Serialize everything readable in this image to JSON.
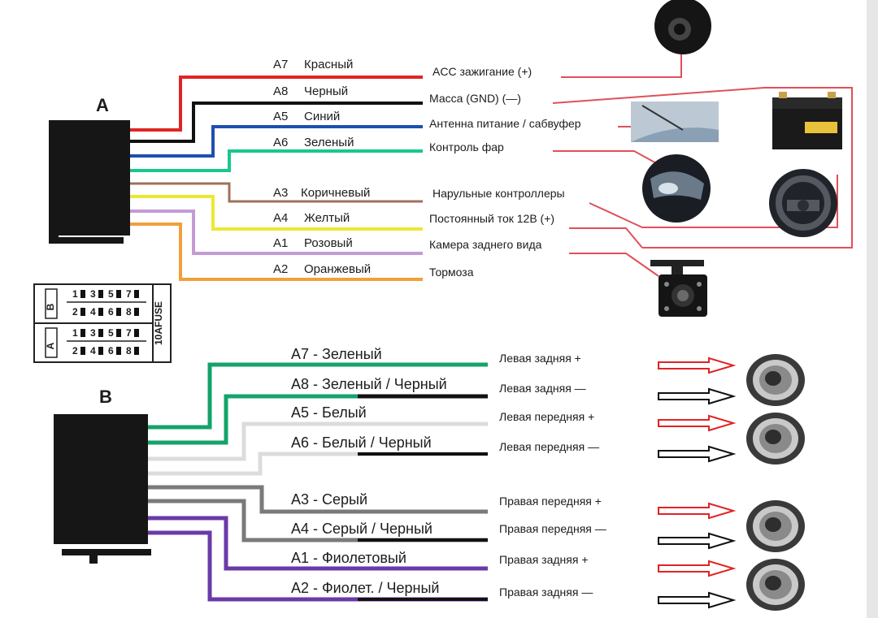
{
  "connector_a": {
    "label": "A",
    "wires": [
      {
        "code": "A7",
        "color_name": "Красный",
        "function": "ACC зажигание (+)",
        "color": "#e02424"
      },
      {
        "code": "A8",
        "color_name": "Черный",
        "function": "Масса (GND) (—)",
        "color": "#111111"
      },
      {
        "code": "A5",
        "color_name": "Синий",
        "function": "Антенна питание / сабвуфер",
        "color": "#1f4fb0"
      },
      {
        "code": "A6",
        "color_name": "Зеленый",
        "function": "Контроль фар",
        "color": "#18c88a"
      },
      {
        "code": "A3",
        "color_name": "Коричневый",
        "function": "Нарульные контроллеры",
        "color": "#a0705a"
      },
      {
        "code": "A4",
        "color_name": "Желтый",
        "function": "Постоянный ток 12В (+)",
        "color": "#ece832"
      },
      {
        "code": "A1",
        "color_name": "Розовый",
        "function": "Камера заднего вида",
        "color": "#c59ad6"
      },
      {
        "code": "A2",
        "color_name": "Оранжевый",
        "function": "Тормоза",
        "color": "#f0a03a"
      }
    ]
  },
  "fuse_block": {
    "top_row": [
      "1",
      "3",
      "5",
      "7"
    ],
    "bottom_row": [
      "2",
      "4",
      "6",
      "8"
    ],
    "upper_side": "B",
    "lower_side": "A",
    "fuse_label": "10AFUSE"
  },
  "connector_b": {
    "label": "B",
    "wires": [
      {
        "code": "A7 -",
        "color_name": "Зеленый",
        "function": "Левая задняя +",
        "color": "#14a36a",
        "arrow": "red"
      },
      {
        "code": "A8 -",
        "color_name": "Зеленый / Черный",
        "function": "Левая задняя —",
        "color": "#14a36a",
        "arrow": "black"
      },
      {
        "code": "A5 -",
        "color_name": "Белый",
        "function": "Левая передняя +",
        "color": "#dcdcdc",
        "arrow": "red"
      },
      {
        "code": "A6 -",
        "color_name": "Белый / Черный",
        "function": "Левая передняя —",
        "color": "#dcdcdc",
        "arrow": "black"
      },
      {
        "code": "A3 -",
        "color_name": "Серый",
        "function": "Правая передняя +",
        "color": "#7a7a7a",
        "arrow": "red"
      },
      {
        "code": "A4 -",
        "color_name": "Серый / Черный",
        "function": "Правая передняя —",
        "color": "#7a7a7a",
        "arrow": "black"
      },
      {
        "code": "A1 -",
        "color_name": "Фиолетовый",
        "function": "Правая задняя +",
        "color": "#6a3aa8",
        "arrow": "red"
      },
      {
        "code": "A2 -",
        "color_name": "Фиолет. / Черный",
        "function": "Правая задняя —",
        "color": "#6a3aa8",
        "arrow": "black"
      }
    ]
  },
  "annotation_color": "#e0505a",
  "icons": [
    "ignition-switch-icon",
    "car-battery-icon",
    "antenna-icon",
    "headlight-icon",
    "steering-wheel-icon",
    "rear-camera-icon",
    "speaker-icon"
  ]
}
